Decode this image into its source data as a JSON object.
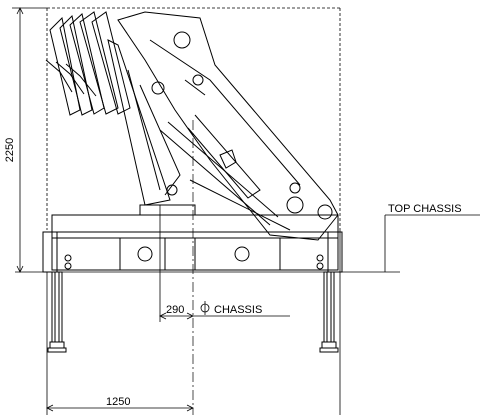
{
  "diagram": {
    "dimensions": {
      "height": "2250",
      "chassis_offset": "290",
      "width_half": "1250"
    },
    "labels": {
      "top_chassis": "TOP CHASSIS",
      "centerline_chassis": "CHASSIS"
    },
    "symbols": {
      "centerline": "centerline-symbol"
    }
  }
}
